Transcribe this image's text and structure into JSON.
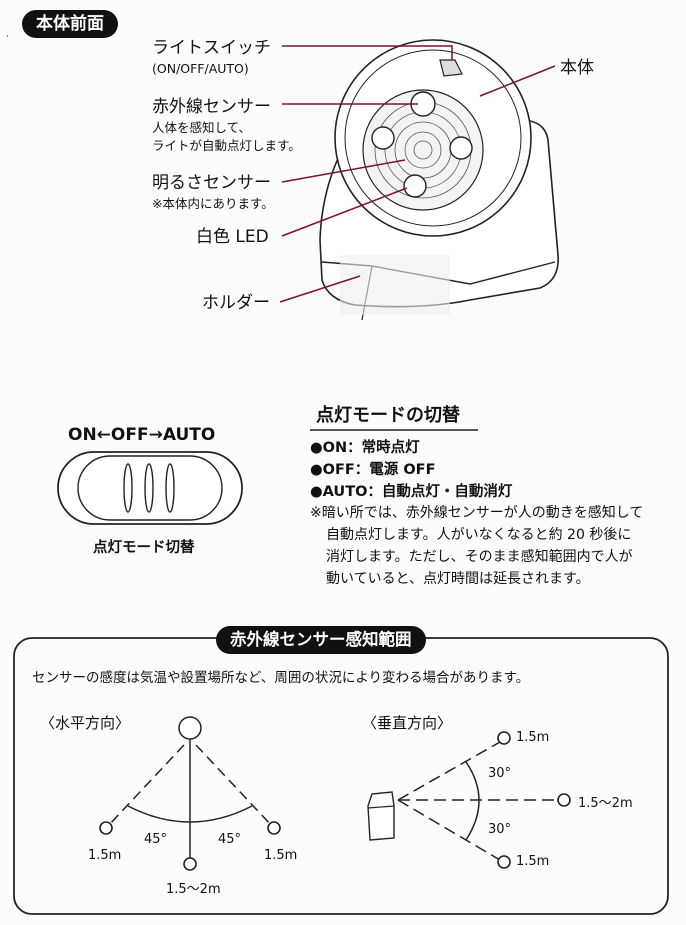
{
  "front": {
    "title": "本体前面",
    "labels": {
      "light_switch": "ライトスイッチ",
      "light_switch_sub": "(ON/OFF/AUTO)",
      "ir_sensor": "赤外線センサー",
      "ir_sensor_sub1": "人体を感知して、",
      "ir_sensor_sub2": "ライトが自動点灯します。",
      "brightness_sensor": "明るさセンサー",
      "brightness_sensor_sub": "※本体内にあります。",
      "white_led": "白色 LED",
      "holder": "ホルダー",
      "body": "本体"
    }
  },
  "switch": {
    "positions": "ON←OFF→AUTO",
    "caption": "点灯モード切替"
  },
  "modes": {
    "title": "点灯モードの切替",
    "items": [
      "●ON：常時点灯",
      "●OFF：電源 OFF",
      "●AUTO：自動点灯・自動消灯"
    ],
    "note": [
      "※暗い所では、赤外線センサーが人の動きを感知して",
      "自動点灯します。人がいなくなると約 20 秒後に",
      "消灯します。ただし、そのまま感知範囲内で人が",
      "動いていると、点灯時間は延長されます。"
    ]
  },
  "range": {
    "title": "赤外線センサー感知範囲",
    "intro": "センサーの感度は気温や設置場所など、周囲の状況により変わる場合があります。",
    "horizontal": {
      "heading": "〈水平方向〉",
      "angle_left": "45°",
      "angle_right": "45°",
      "dist_left": "1.5m",
      "dist_right": "1.5m",
      "dist_center": "1.5〜2m"
    },
    "vertical": {
      "heading": "〈垂直方向〉",
      "angle_top": "30°",
      "angle_bottom": "30°",
      "dist_top": "1.5m",
      "dist_center": "1.5〜2m",
      "dist_bottom": "1.5m"
    }
  }
}
